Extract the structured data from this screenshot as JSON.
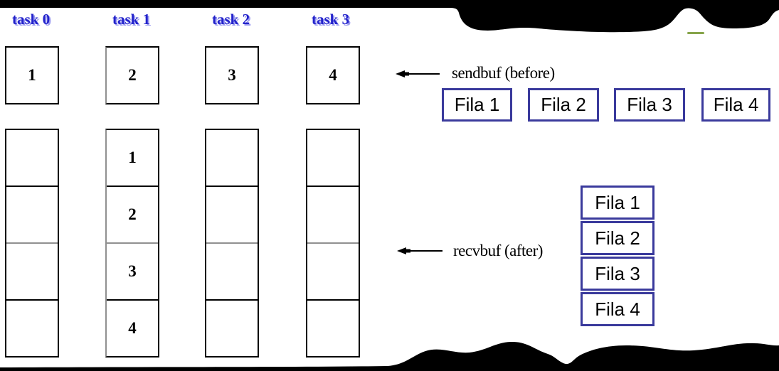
{
  "task_labels": [
    "task 0",
    "task 1",
    "task 2",
    "task 3"
  ],
  "sendbuf": {
    "label": "sendbuf (before)",
    "values": [
      "1",
      "2",
      "3",
      "4"
    ]
  },
  "recvbuf": {
    "label": "recvbuf (after)",
    "columns": [
      [
        "",
        "",
        "",
        ""
      ],
      [
        "1",
        "2",
        "3",
        "4"
      ],
      [
        "",
        "",
        "",
        ""
      ],
      [
        "",
        "",
        "",
        ""
      ]
    ]
  },
  "fila_row": [
    "Fila 1",
    "Fila 2",
    "Fila 3",
    "Fila 4"
  ],
  "fila_stack": [
    "Fila 1",
    "Fila 2",
    "Fila 3",
    "Fila 4"
  ],
  "colors": {
    "task_label_blue": "#2323cb",
    "task_label_shadow": "#9c9cf0",
    "fila_border_navy": "#3a3a9c",
    "box_border_black": "#000000",
    "gray_line": "#909090",
    "torn_edge_black": "#000000",
    "artifact_green": "#86a44a"
  }
}
